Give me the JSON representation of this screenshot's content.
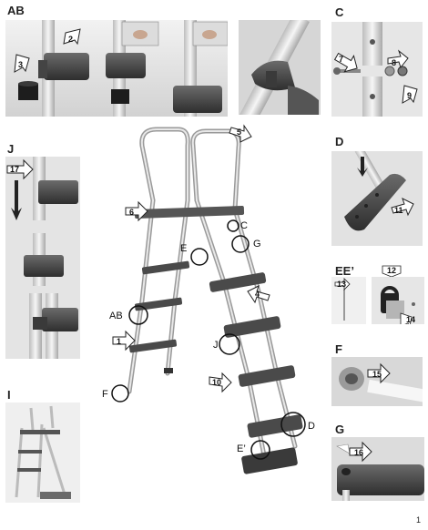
{
  "sections": {
    "ab": {
      "title": "AB",
      "steps": [
        "2",
        "3"
      ]
    },
    "c": {
      "title": "C",
      "steps": [
        "7",
        "8",
        "9"
      ]
    },
    "j": {
      "title": "J",
      "steps": [
        "17"
      ]
    },
    "d": {
      "title": "D",
      "steps": [
        "11"
      ]
    },
    "ee": {
      "title": "EE’",
      "steps": [
        "12",
        "13",
        "14"
      ]
    },
    "f": {
      "title": "F",
      "steps": [
        "15"
      ]
    },
    "g": {
      "title": "G",
      "steps": [
        "16"
      ]
    },
    "i": {
      "title": "I"
    }
  },
  "ladder": {
    "callouts": [
      "C",
      "E",
      "G",
      "AB",
      "J",
      "F",
      "D",
      "E’"
    ],
    "steps": [
      "1",
      "4",
      "5",
      "6",
      "10"
    ]
  },
  "page_number": "1"
}
